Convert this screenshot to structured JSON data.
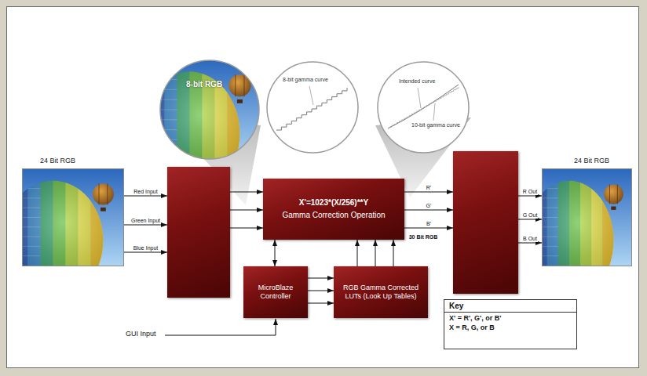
{
  "diagram": {
    "nodes": [
      {
        "text": [
          "8-bit RGB"
        ]
      },
      {
        "text": [
          "8-bit gamma curve"
        ]
      },
      {
        "text": [
          "Intended curve",
          "10-bit gamma curve"
        ]
      },
      {
        "text": [
          "24 Bit RGB"
        ]
      },
      {
        "text": []
      },
      {
        "text": [
          "X'=1023*(X/256)**Y",
          "Gamma Correction Operation"
        ]
      },
      {
        "text": []
      },
      {
        "text": [
          "24 Bit RGB"
        ]
      },
      {
        "text": [
          "MicroBlaze Controller"
        ]
      },
      {
        "text": [
          "RGB Gamma Corrected LUTs (Look Up Tables)"
        ]
      },
      {
        "text": [
          "Key",
          "X' = R', G', or B'",
          "X = R, G, or B"
        ]
      }
    ],
    "edges": [
      {
        "from": 3,
        "to": 4,
        "label": "Red Input",
        "arrow": "to"
      },
      {
        "from": 3,
        "to": 4,
        "label": "Green Input",
        "arrow": "to"
      },
      {
        "from": 3,
        "to": 4,
        "label": "Blue Input",
        "arrow": "to"
      },
      {
        "from": 4,
        "to": 5,
        "arrow": "to"
      },
      {
        "from": 4,
        "to": 5,
        "arrow": "to"
      },
      {
        "from": 4,
        "to": 5,
        "arrow": "to"
      },
      {
        "from": 5,
        "to": 6,
        "label": "R'",
        "arrow": "to"
      },
      {
        "from": 5,
        "to": 6,
        "label": "G'",
        "arrow": "to"
      },
      {
        "from": 5,
        "to": 6,
        "label": "B'",
        "arrow": "to"
      },
      {
        "from": 6,
        "to": 7,
        "label": "R Out",
        "arrow": "to"
      },
      {
        "from": 6,
        "to": 7,
        "label": "G Out",
        "arrow": "to"
      },
      {
        "from": 6,
        "to": 7,
        "label": "B Out",
        "arrow": "to"
      },
      {
        "from": 8,
        "to": 5,
        "arrow": "both"
      },
      {
        "from": 8,
        "to": 9,
        "arrow": "to"
      },
      {
        "from": 8,
        "to": 9,
        "arrow": "to"
      },
      {
        "from": 8,
        "to": 9,
        "arrow": "to"
      },
      {
        "from": 9,
        "to": 5,
        "arrow": "to"
      },
      {
        "from": 9,
        "to": 5,
        "arrow": "to"
      },
      {
        "from": 9,
        "to": 5,
        "arrow": "to"
      }
    ],
    "labels": [
      "30 Bit RGB",
      "GUI Input"
    ]
  }
}
